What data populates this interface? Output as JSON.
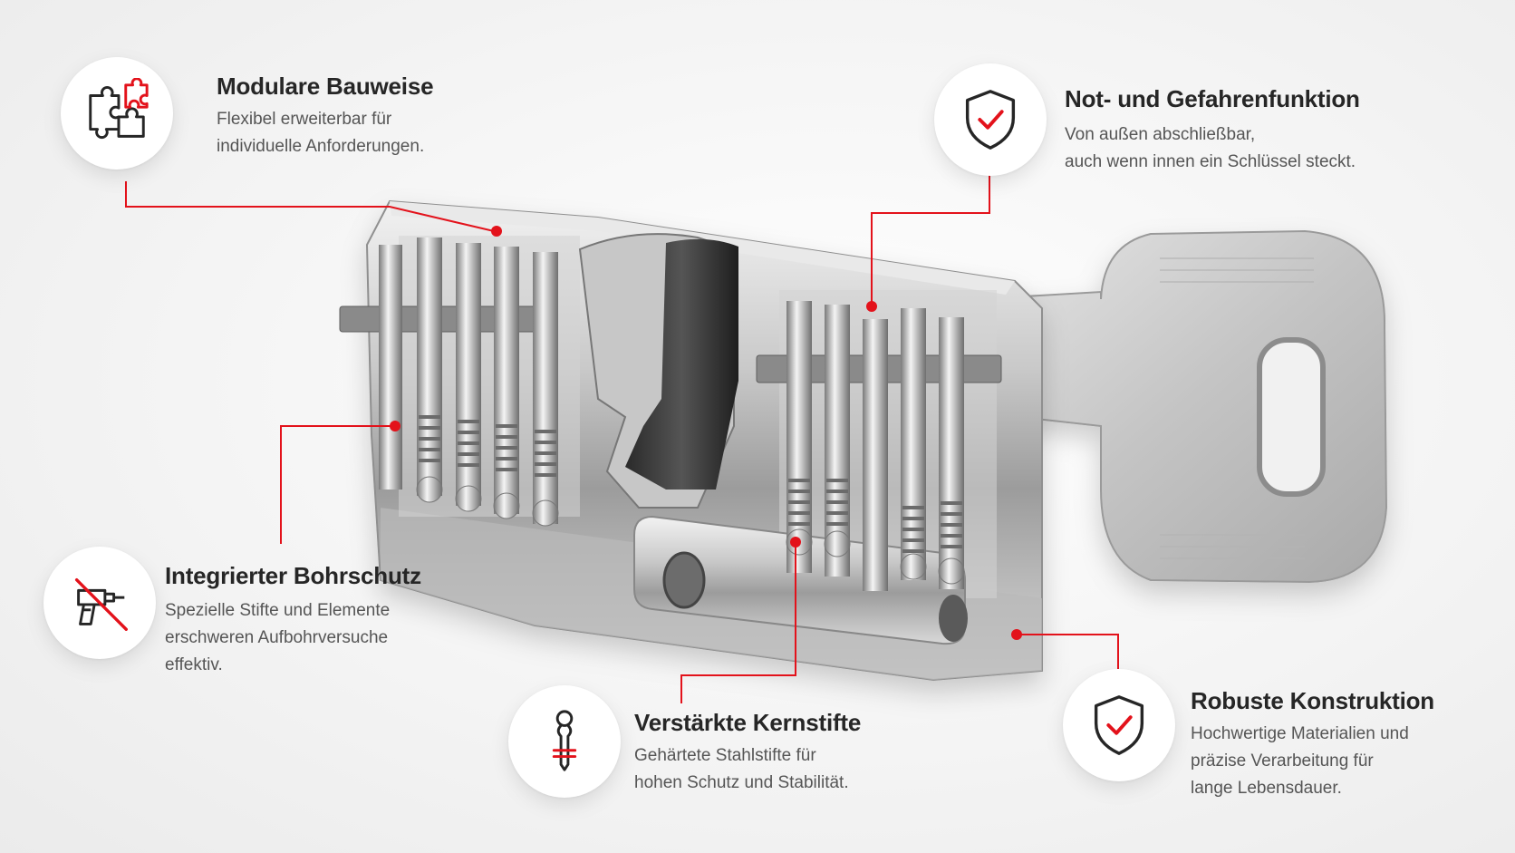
{
  "colors": {
    "accent": "#e3121b",
    "text_dark": "#262626",
    "text_muted": "#555555"
  },
  "features": [
    {
      "id": "modular",
      "icon": "puzzle-icon",
      "title": "Modulare Bauweise",
      "lines": [
        "Flexibel erweiterbar für",
        "individuelle Anforderungen."
      ]
    },
    {
      "id": "emergency",
      "icon": "shield-check-icon",
      "title": "Not- und Gefahrenfunktion",
      "lines": [
        "Von außen abschließbar,",
        "auch wenn innen ein Schlüssel steckt."
      ]
    },
    {
      "id": "drill",
      "icon": "drill-crossed-icon",
      "title": "Integrierter Bohrschutz",
      "lines": [
        "Spezielle Stifte und Elemente",
        "erschweren Aufbohrversuche",
        "effektiv."
      ]
    },
    {
      "id": "pins",
      "icon": "pin-icon",
      "title": "Verstärkte Kernstifte",
      "lines": [
        "Gehärtete Stahlstifte für",
        "hohen Schutz und Stabilität."
      ]
    },
    {
      "id": "robust",
      "icon": "shield-check-icon",
      "title": "Robuste Konstruktion",
      "lines": [
        "Hochwertige Materialien und",
        "präzise Verarbeitung für",
        "lange Lebensdauer."
      ]
    }
  ]
}
